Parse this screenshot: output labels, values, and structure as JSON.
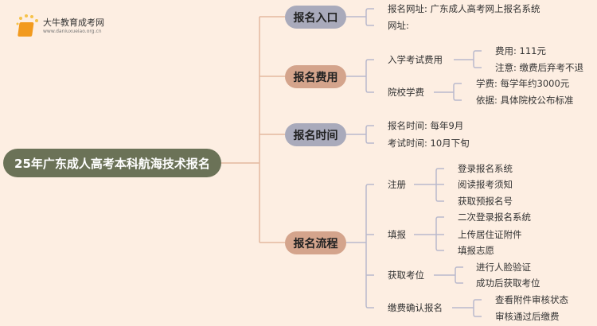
{
  "logo": {
    "name": "大牛教育成考网",
    "url": "www.daniuxueiao.org.cn"
  },
  "center": "25年广东成人高考本科航海技术报名",
  "branches": [
    {
      "label": "报名入口",
      "items": [
        "报名网址: 广东成人高考网上报名系统",
        "网址:"
      ]
    },
    {
      "label": "报名费用",
      "items": [
        {
          "label": "入学考试费用",
          "children": [
            "费用: 111元",
            "注意: 缴费后弃考不退"
          ]
        },
        {
          "label": "院校学费",
          "children": [
            "学费: 每学年约3000元",
            "依据: 具体院校公布标准"
          ]
        }
      ]
    },
    {
      "label": "报名时间",
      "items": [
        "报名时间: 每年9月",
        "考试时间: 10月下旬"
      ]
    },
    {
      "label": "报名流程",
      "items": [
        {
          "label": "注册",
          "children": [
            "登录报名系统",
            "阅读报考须知",
            "获取预报名号"
          ]
        },
        {
          "label": "填报",
          "children": [
            "二次登录报名系统",
            "上传居住证附件",
            "填报志愿"
          ]
        },
        {
          "label": "获取考位",
          "children": [
            "进行人脸验证",
            "成功后获取考位"
          ]
        },
        {
          "label": "缴费确认报名",
          "children": [
            "查看附件审核状态",
            "审核通过后缴费"
          ]
        }
      ]
    }
  ]
}
